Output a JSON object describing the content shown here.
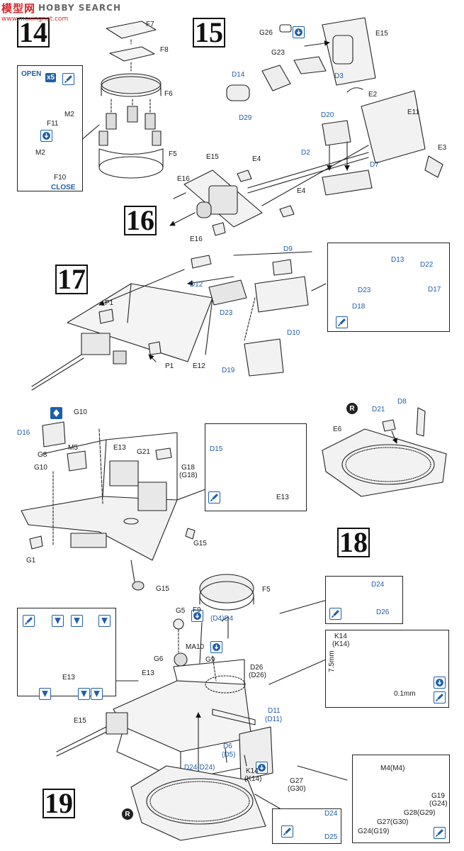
{
  "watermark": {
    "logo": "模型网",
    "brand": "HOBBY SEARCH",
    "url": "www.moxingnet.com"
  },
  "steps": [
    "14",
    "15",
    "16",
    "17",
    "18",
    "19"
  ],
  "step14": {
    "labels": {
      "f7": "F7",
      "f8": "F8",
      "f6": "F6",
      "f5": "F5"
    },
    "inset": {
      "open": "OPEN",
      "close": "CLOSE",
      "x5": "x5",
      "m2a": "M2",
      "f11": "F11",
      "m2b": "M2",
      "f10": "F10"
    }
  },
  "step15": {
    "labels": {
      "g26": "G26",
      "e15": "E15",
      "g23": "G23",
      "d14": "D14",
      "d3": "D3",
      "d29": "D29",
      "e2": "E2",
      "e11": "E11",
      "e3": "E3",
      "d20": "D20",
      "d2": "D2",
      "d7": "D7"
    }
  },
  "step16": {
    "labels": {
      "e15": "E15",
      "e4a": "E4",
      "e16a": "E16",
      "e4b": "E4",
      "e16b": "E16"
    }
  },
  "step17": {
    "labels": {
      "d9": "D9",
      "d12": "D12",
      "p1a": "P1",
      "d23": "D23",
      "d10": "D10",
      "d19": "D19",
      "p1b": "P1",
      "e12": "E12"
    },
    "inset": {
      "d13": "D13",
      "d22": "D22",
      "d23": "D23",
      "d17": "D17",
      "d18": "D18"
    }
  },
  "step18": {
    "labels": {
      "g10a": "G10",
      "d16": "D16",
      "m5": "M5",
      "g8": "G8",
      "g10b": "G10",
      "e13": "E13",
      "g21": "G21",
      "g18": "G18",
      "g18p": "(G18)",
      "g1": "G1",
      "g15a": "G15",
      "g15b": "G15",
      "d21": "D21",
      "d8": "D8",
      "e6": "E6"
    },
    "inset": {
      "d15": "D15",
      "e13": "E13"
    }
  },
  "step19": {
    "labels": {
      "f5": "F5",
      "g5": "G5",
      "f9": "F9",
      "d4": "(D4)D4",
      "ma10": "MA10",
      "g6": "G6",
      "g9": "G9",
      "d26": "D26",
      "d26p": "(D26)",
      "e13": "E13",
      "e15": "E15",
      "d11": "D11",
      "d11p": "(D11)",
      "d6": "D6",
      "d5p": "(D5)",
      "d24": "D24(D24)",
      "k14": "K14",
      "k14p": "(K14)",
      "g27": "G27",
      "g30p": "(G30)"
    },
    "inset_d24": {
      "d24": "D24",
      "d26": "D26"
    },
    "inset_k14": {
      "k14": "K14",
      "k14p": "(K14)",
      "h": "7.5mm",
      "w": "0.1mm"
    },
    "inset_e13": {
      "e13": "E13"
    },
    "inset_g": {
      "m4": "M4(M4)",
      "g19": "G19",
      "g24p": "(G24)",
      "g28": "G28(G29)",
      "g27": "G27(G30)",
      "g24": "G24(G19)"
    },
    "inset_d25": {
      "d24": "D24",
      "d25": "D25"
    }
  }
}
